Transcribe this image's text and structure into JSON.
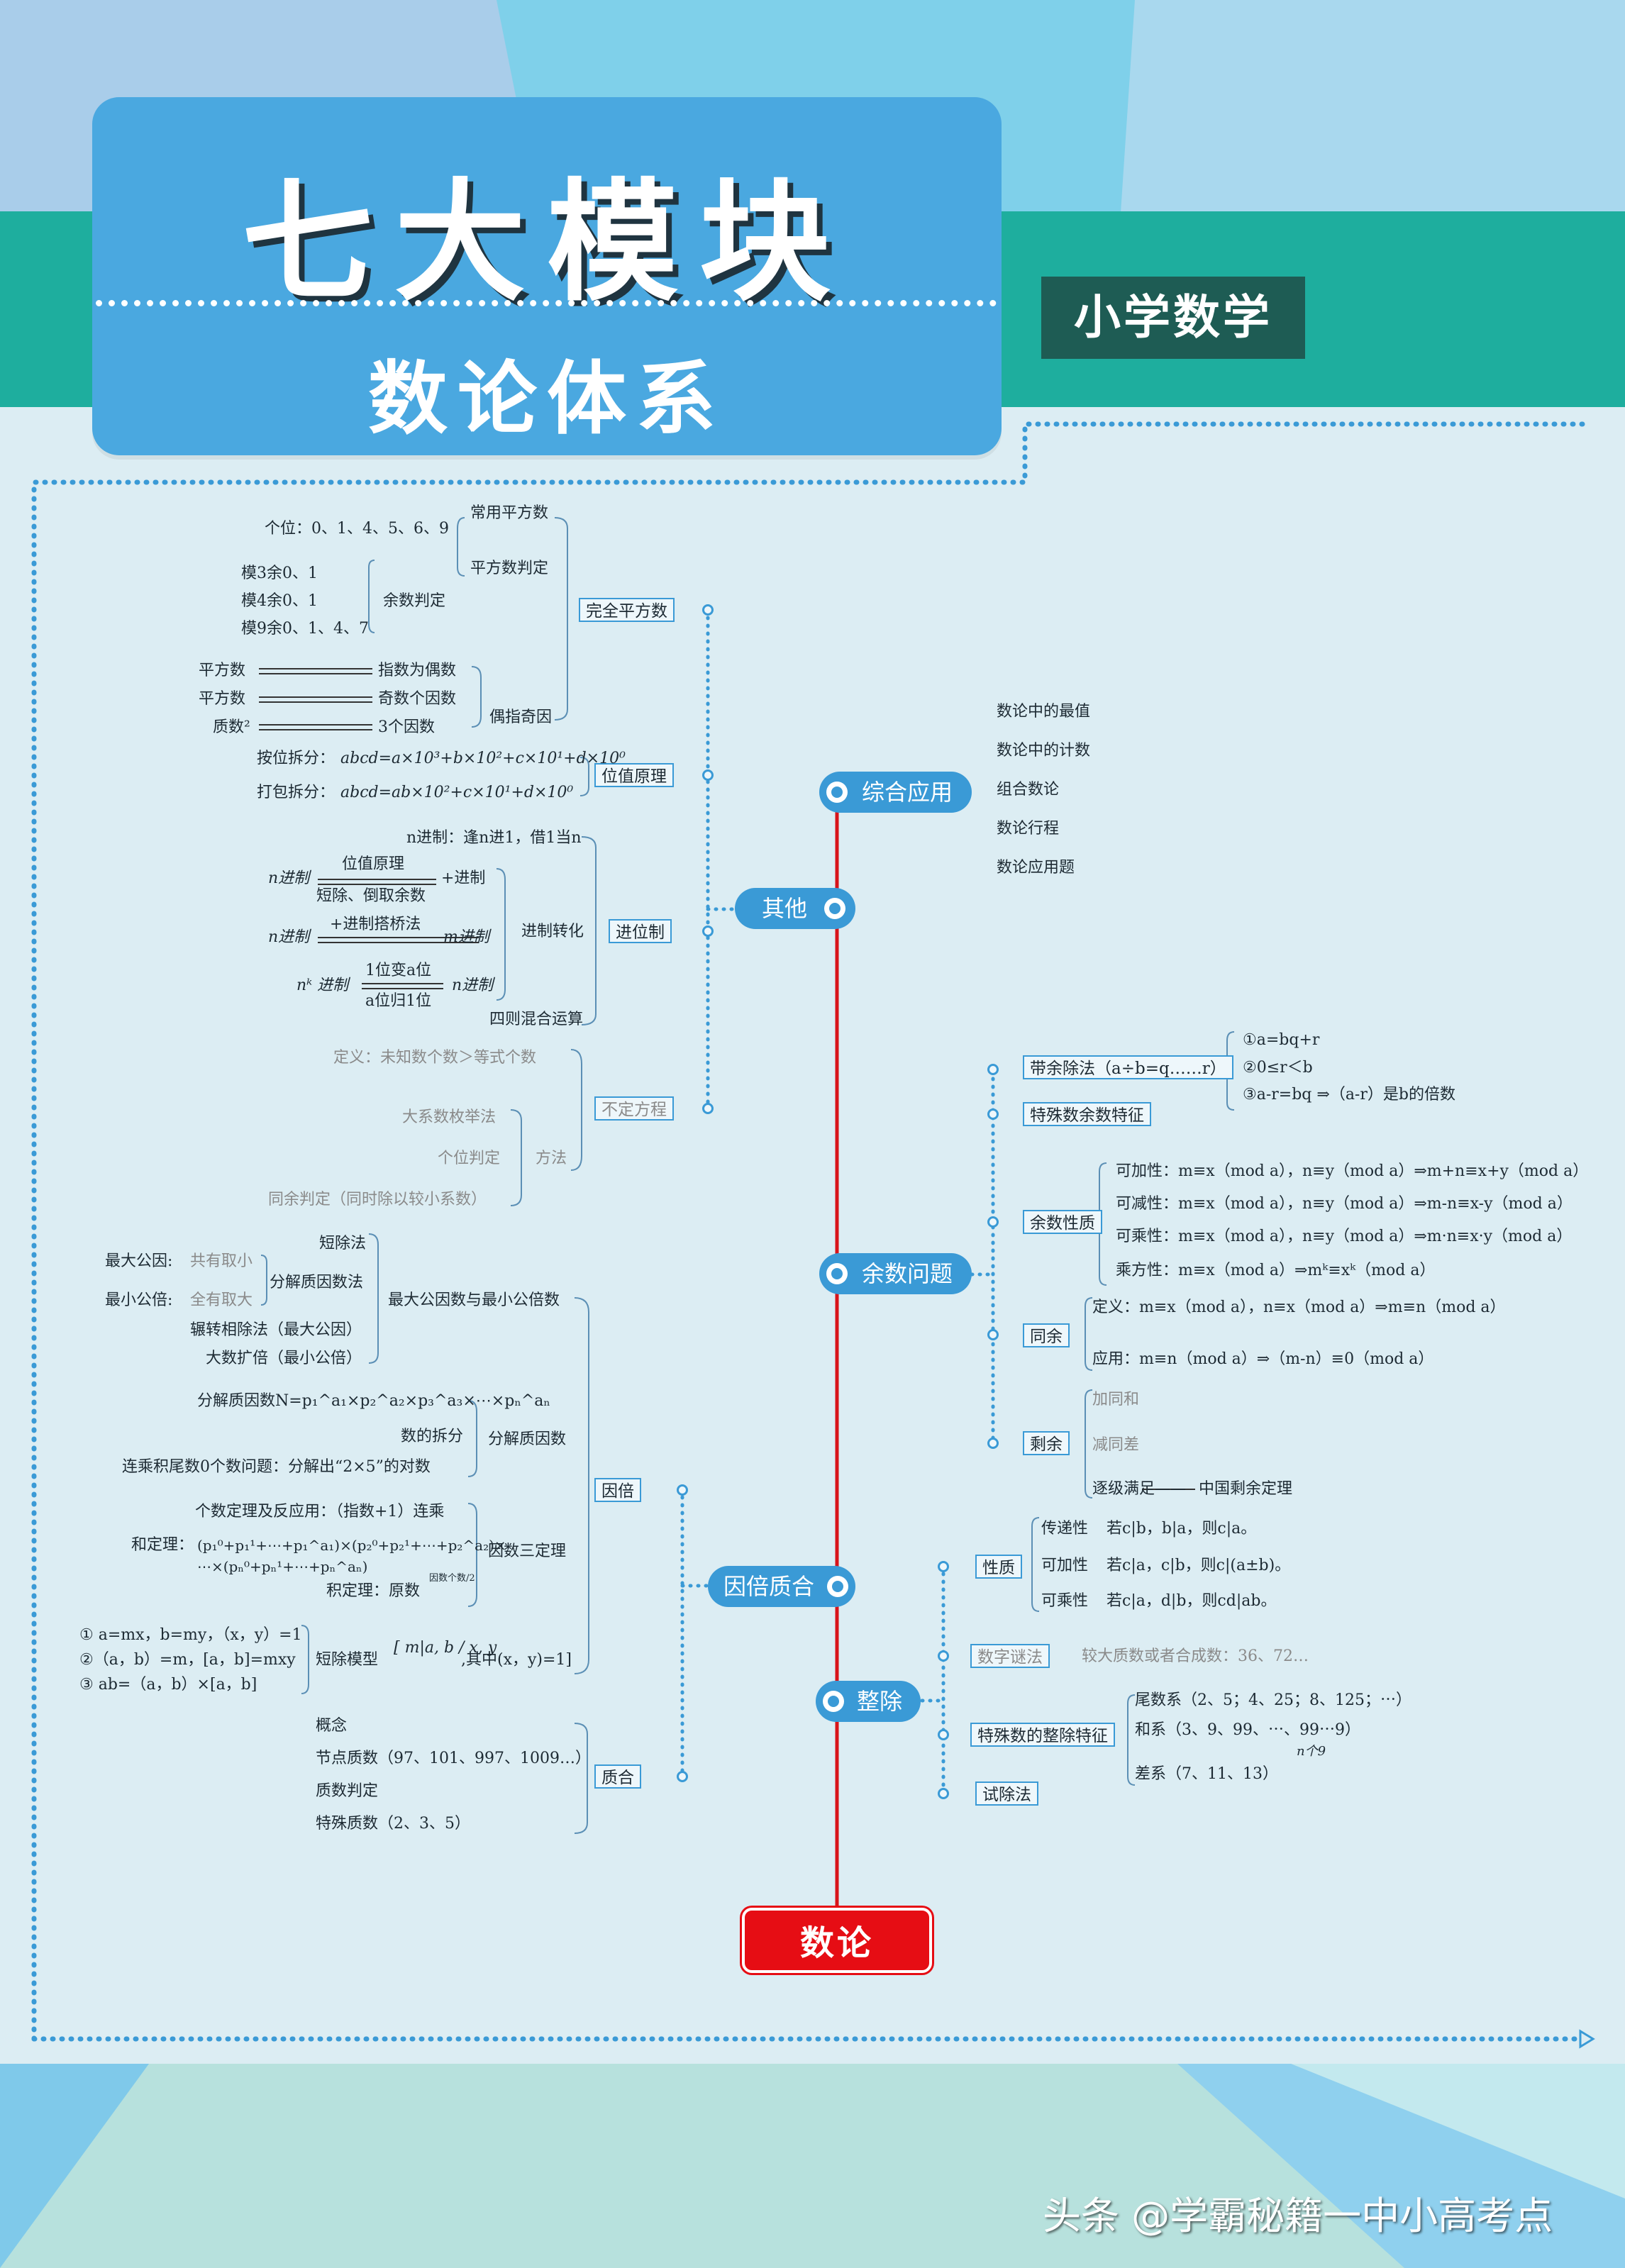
{
  "header": {
    "title": "七大模块",
    "subtitle": "数论体系",
    "subject": "小学数学"
  },
  "colors": {
    "accent_blue": "#3a9ad6",
    "teal_band": "#1eae9e",
    "root_red": "#e60d14",
    "trunk_red": "#d8141a"
  },
  "root": {
    "label": "数论"
  },
  "branches": {
    "other": "其他",
    "comprehensive": "综合应用",
    "remainder": "余数问题",
    "factor": "因倍质合",
    "divisible": "整除"
  },
  "comprehensive_items": [
    "数论中的最值",
    "数论中的计数",
    "组合数论",
    "数论行程",
    "数论应用题"
  ],
  "perfect_square": {
    "box": "完全平方数",
    "common": "常用平方数",
    "units": "个位：0、1、4、5、6、9",
    "judge": "平方数判定",
    "mod3": "模3余0、1",
    "mod4": "模4余0、1",
    "mod9": "模9余0、1、4、7",
    "remainder_judge": "余数判定",
    "sq1": "平方数",
    "exp_even": "指数为偶数",
    "sq2": "平方数",
    "odd_factors": "奇数个因数",
    "prime_sq": "质数²",
    "three_factors": "3个因数",
    "parity": "偶指奇因"
  },
  "place_value": {
    "box": "位值原理",
    "split_label": "按位拆分：",
    "split_formula": "abcd=a×10³+b×10²+c×10¹+d×10⁰",
    "pack_label": "打包拆分：",
    "pack_formula": "abcd=ab×10²+c×10¹+d×10⁰"
  },
  "base": {
    "box": "进位制",
    "rule": "n进制：逢n进1，借1当n",
    "n1": "n进制",
    "pv": "位值原理",
    "ten1": "+进制",
    "short_div": "短除、倒取余数",
    "n2": "n进制",
    "bridge": "+进制搭桥法",
    "m": "m进制",
    "conv": "进制转化",
    "nk": "nᵏ 进制",
    "one_to_a": "1位变a位",
    "a_to_one": "a位归1位",
    "n3": "n进制",
    "mixed": "四则混合运算"
  },
  "indefinite": {
    "box": "不定方程",
    "def": "定义：未知数个数＞等式个数",
    "enum": "大系数枚举法",
    "units": "个位判定",
    "cong": "同余判定（同时除以较小系数）",
    "method": "方法"
  },
  "factor": {
    "box": "因倍",
    "gcd_lcm": "最大公因数与最小公倍数",
    "short_div": "短除法",
    "gcd_label": "最大公因:",
    "gcd_rule": "共有取小",
    "lcm_label": "最小公倍:",
    "lcm_rule": "全有取大",
    "decomp": "分解质因数法",
    "euclid": "辗转相除法（最大公因）",
    "expand": "大数扩倍（最小公倍）",
    "decomp_formula": "分解质因数N=p₁^a₁×p₂^a₂×p₃^a₃×⋯×pₙ^aₙ",
    "split": "数的拆分",
    "decomp2": "分解质因数",
    "zeros": "连乘积尾数0个数问题：分解出“2×5”的对数",
    "count": "个数定理及反应用：（指数+1）连乘",
    "sum_label": "和定理：",
    "sum1": "(p₁⁰+p₁¹+⋯+p₁^a₁)×(p₂⁰+p₂¹+⋯+p₂^a₂)×",
    "sum2": "⋯×(pₙ⁰+pₙ¹+⋯+pₙ^aₙ)",
    "product": "积定理：原数",
    "product_frac": "因数个数/2",
    "three": "因数三定理",
    "m1": "① a=mx，b=my，（x，y）=1",
    "m2": "②（a，b）=m，[a，b]=mxy",
    "m3": "③ ab=（a，b）×[a，b]",
    "short_model": "短除模型",
    "short_model_tail": ",其中(x，y)=1]"
  },
  "prime": {
    "box": "质合",
    "items": [
      "概念",
      "节点质数（97、101、997、1009…）",
      "质数判定",
      "特殊质数（2、3、5）"
    ]
  },
  "remainder": {
    "div_box": "带余除法（a÷b=q……r）",
    "div1": "①a=bq+r",
    "div2": "②0≤r＜b",
    "div3": "③a-r=bq ⇒（a-r）是b的倍数",
    "special_box": "特殊数余数特征",
    "props_box": "余数性质",
    "add": "可加性：m≡x（mod a），n≡y（mod a）⇒m+n≡x+y（mod a）",
    "sub": "可减性：m≡x（mod a），n≡y（mod a）⇒m-n≡x-y（mod a）",
    "mul": "可乘性：m≡x（mod a），n≡y（mod a）⇒m·n≡x·y（mod a）",
    "pow": "乘方性：m≡x（mod a）⇒mᵏ≡xᵏ（mod a）",
    "cong_box": "同余",
    "cong_def": "定义：m≡x（mod a），n≡x（mod a）⇒m≡n（mod a）",
    "cong_app": "应用：m≡n（mod a）⇒（m-n）≡0（mod a）",
    "rem_box": "剩余",
    "add_same": "加同和",
    "sub_same": "减同差",
    "step": "逐级满足——",
    "crt": "中国剩余定理"
  },
  "divisible": {
    "prop_box": "性质",
    "trans_label": "传递性",
    "trans": "若c|b，b|a，则c|a。",
    "add_label": "可加性",
    "add": "若c|a，c|b，则c|(a±b)。",
    "mul_label": "可乘性",
    "mul": "若c|a，d|b，则cd|ab。",
    "riddle_box": "数字谜法",
    "riddle": "较大质数或者合成数：36、72…",
    "special_box": "特殊数的整除特征",
    "tail": "尾数系（2、5；4、25；8、125；⋯）",
    "sum": "和系（3、9、99、⋯、99⋯9）",
    "sum_n": "n个9",
    "diff": "差系（7、11、13）",
    "trial_box": "试除法"
  },
  "watermark": "头条 @学霸秘籍一中小高考点"
}
